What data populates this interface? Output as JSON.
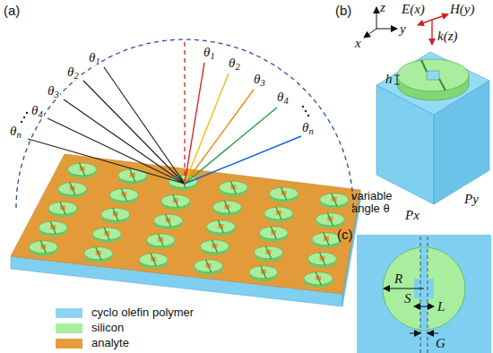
{
  "diagram": {
    "labels": [
      "(a)",
      "θ1",
      "θ2",
      "θ3",
      "θ4",
      "θn",
      "θ1",
      "θ2",
      "θ3",
      "θ4",
      "θn",
      "variable angle θ",
      "(b)",
      "z",
      "y",
      "x",
      "E(x)",
      "H(y)",
      "k(z)",
      "h",
      "Px",
      "Py",
      "(c)",
      "R",
      "S",
      "L",
      "G"
    ],
    "legend": [
      {
        "text": "cyclo olefin polymer",
        "color": "#8dd3f3"
      },
      {
        "text": "silicon",
        "color": "#a8ee9e"
      },
      {
        "text": "analyte",
        "color": "#e59c3c"
      }
    ]
  }
}
